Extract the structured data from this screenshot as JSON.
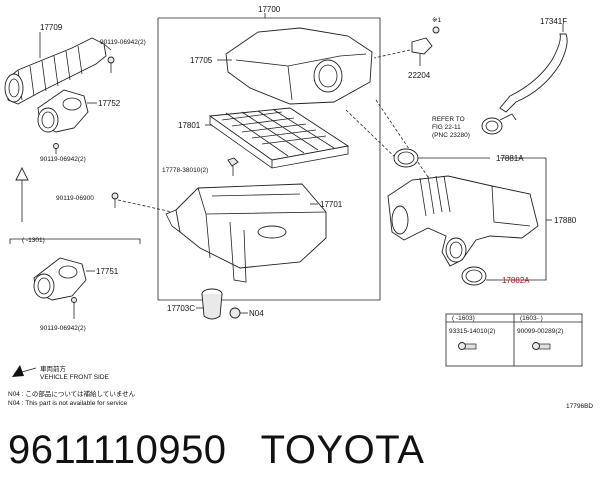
{
  "labels": {
    "p17700": "17700",
    "p17709": "17709",
    "p90119_06942_top": "90119-06942(2)",
    "p17752": "17752",
    "p90119_06942_mid": "90119-06942(2)",
    "p90119_06900": "90119-06900",
    "p1301": "(  -1301)",
    "p17751": "17751",
    "p90119_06942_bot": "90119-06942(2)",
    "p17705": "17705",
    "p17801": "17801",
    "p17778": "17778-38010(2)",
    "p17701": "17701",
    "p17703c": "17703C",
    "n04": "N04",
    "p22204": "22204",
    "star1": "※1",
    "p17341f": "17341F",
    "refer": "REFER TO",
    "fig": "FIG 22-11",
    "pnc": "(PNC 23280)",
    "p17881a": "17881A",
    "p17880": "17880",
    "p17882a": "17882A"
  },
  "table": {
    "col1_head": "(      -1603)",
    "col2_head": "(1603-      )",
    "col1_part": "93315-14010(2)",
    "col2_part": "90099-00289(2)"
  },
  "legend": {
    "arrow_jp": "車両前方",
    "arrow_en": "VEHICLE FRONT SIDE",
    "note_jp": "N04 : この部品については補給していません",
    "note_en": "N04 : This part is not available for service"
  },
  "ref": "17796BD",
  "caption": "9611110950   TOYOTA"
}
